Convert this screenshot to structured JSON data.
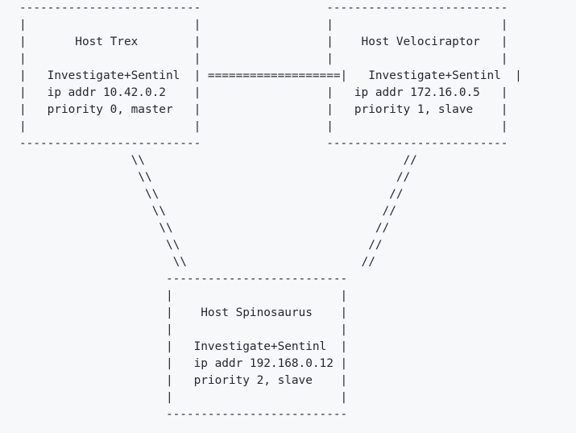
{
  "diagram": {
    "lines": [
      "--------------------------                  --------------------------",
      "|                        |                  |                        |",
      "|       Host Trex        |                  |    Host Velociraptor   |",
      "|                        |                  |                        |",
      "|   Investigate+Sentinl  | ===================|   Investigate+Sentinl  |",
      "|   ip addr 10.42.0.2    |                  |   ip addr 172.16.0.5   |",
      "|   priority 0, master   |                  |   priority 1, slave    |",
      "|                        |                  |                        |",
      "--------------------------                  --------------------------",
      "                \\\\                                     //",
      "                 \\\\                                   //",
      "                  \\\\                                 //",
      "                   \\\\                               //",
      "                    \\\\                             //",
      "                     \\\\                           //",
      "                      \\\\                         //",
      "                     --------------------------",
      "                     |                        |",
      "                     |    Host Spinosaurus    |",
      "                     |                        |",
      "                     |   Investigate+Sentinl  |",
      "                     |   ip addr 192.168.0.12 |",
      "                     |   priority 2, slave    |",
      "                     |                        |",
      "                     --------------------------"
    ]
  }
}
